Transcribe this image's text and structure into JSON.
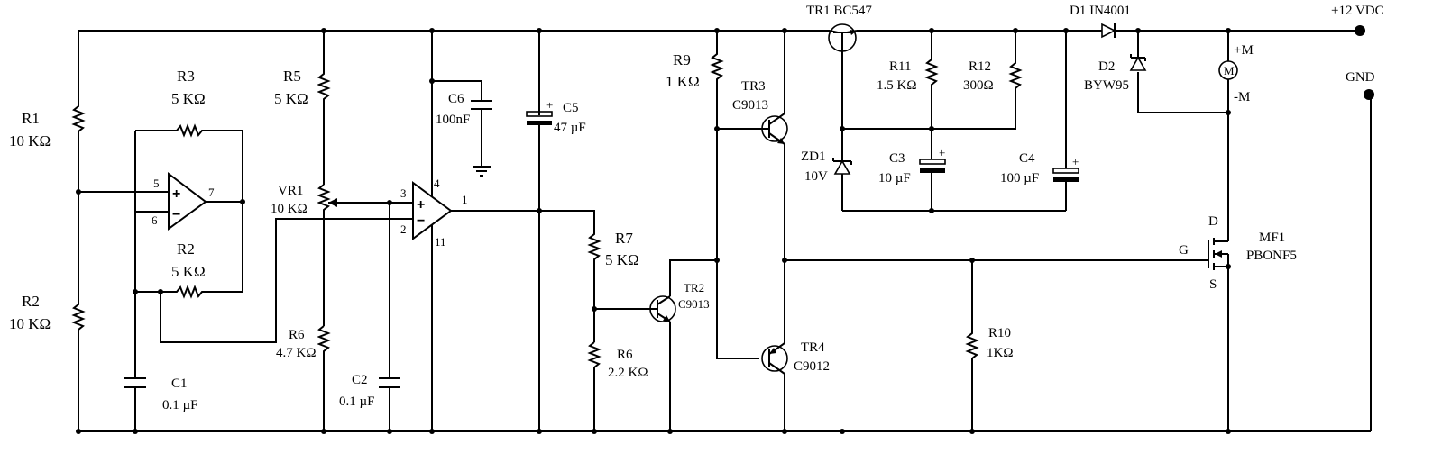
{
  "supply": {
    "vcc": "+12 VDC",
    "gnd": "GND"
  },
  "motor": {
    "symbol": "M",
    "plus": "+M",
    "minus": "-M"
  },
  "components": {
    "r1": {
      "ref": "R1",
      "value": "10 KΩ"
    },
    "r2_div": {
      "ref": "R2",
      "value": "10 KΩ"
    },
    "r3": {
      "ref": "R3",
      "value": "5 KΩ"
    },
    "r2_fb": {
      "ref": "R2",
      "value": "5 KΩ"
    },
    "r5": {
      "ref": "R5",
      "value": "5 KΩ"
    },
    "vr1": {
      "ref": "VR1",
      "value": "10 KΩ"
    },
    "r6_top": {
      "ref": "R6",
      "value": "4.7 KΩ"
    },
    "c1": {
      "ref": "C1",
      "value": "0.1 µF"
    },
    "c2": {
      "ref": "C2",
      "value": "0.1 µF"
    },
    "c6": {
      "ref": "C6",
      "value": "100nF"
    },
    "c5": {
      "ref": "C5",
      "value": "47 µF"
    },
    "r7": {
      "ref": "R7",
      "value": "5 KΩ"
    },
    "r6_low": {
      "ref": "R6",
      "value": "2.2 KΩ"
    },
    "r9": {
      "ref": "R9",
      "value": "1 KΩ"
    },
    "tr1": {
      "label": "TR1 BC547"
    },
    "tr2": {
      "ref": "TR2",
      "value": "C9013"
    },
    "tr3": {
      "ref": "TR3",
      "value": "C9013"
    },
    "tr4": {
      "ref": "TR4",
      "value": "C9012"
    },
    "r11": {
      "ref": "R11",
      "value": "1.5 KΩ"
    },
    "r12": {
      "ref": "R12",
      "value": "300Ω"
    },
    "zd1": {
      "ref": "ZD1",
      "value": "10V"
    },
    "c3": {
      "ref": "C3",
      "value": "10 µF"
    },
    "c4": {
      "ref": "C4",
      "value": "100 µF"
    },
    "d1": {
      "label": "D1 IN4001"
    },
    "d2": {
      "ref": "D2",
      "value": "BYW95"
    },
    "r10": {
      "ref": "R10",
      "value": "1KΩ"
    },
    "mf1": {
      "ref": "MF1",
      "value": "PBONF5",
      "gate": "G",
      "drain": "D",
      "source": "S"
    }
  },
  "opamp_a_pins": {
    "p5": "5",
    "p6": "6",
    "p7": "7",
    "plus": "+",
    "minus": "−"
  },
  "opamp_b_pins": {
    "p1": "1",
    "p2": "2",
    "p3": "3",
    "p4": "4",
    "p11": "11",
    "plus": "+",
    "minus": "−"
  },
  "cap_polarity": "+"
}
